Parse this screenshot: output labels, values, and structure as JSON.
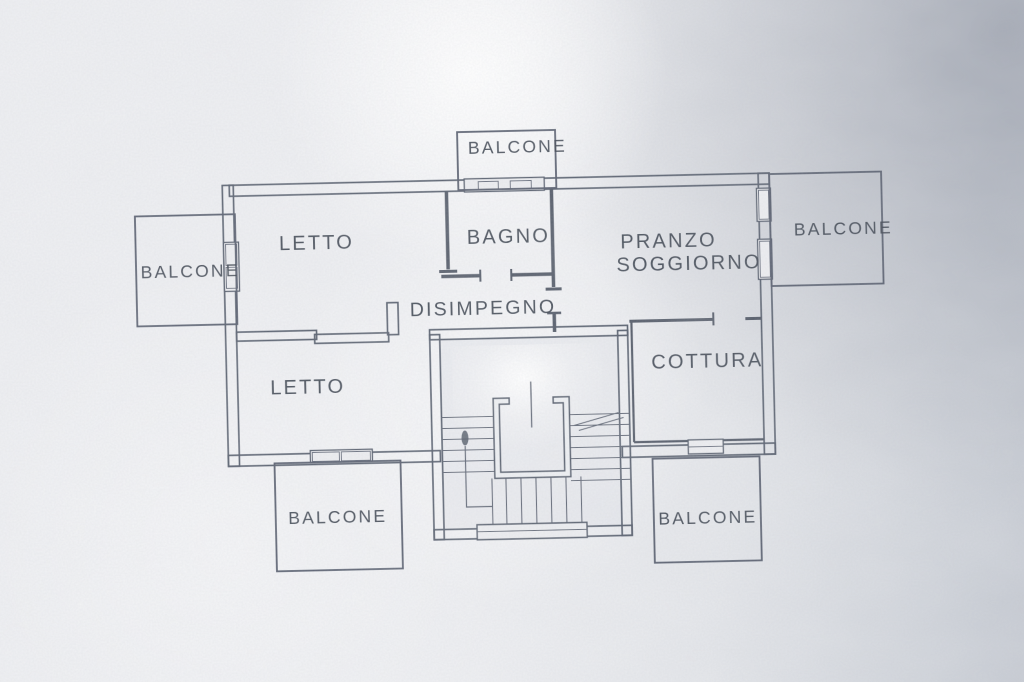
{
  "document": {
    "kind": "scanned apartment floor plan",
    "language": "Italian"
  },
  "palette": {
    "paper": "#ecedf0",
    "paper_shadow": "#c6cad2",
    "line": "#59606e",
    "text": "#3e4450"
  },
  "rooms": {
    "letto_top": "LETTO",
    "bagno": "BAGNO",
    "pranzo_line1": "PRANZO",
    "pranzo_line2": "SOGGIORNO",
    "disimpegno": "DISIMPEGNO",
    "letto_bottom": "LETTO",
    "cottura": "COTTURA"
  },
  "balconies": {
    "top": "BALCONE",
    "left": "BALCONE",
    "right": "BALCONE",
    "bottom_left": "BALCONE",
    "bottom_right": "BALCONE"
  }
}
